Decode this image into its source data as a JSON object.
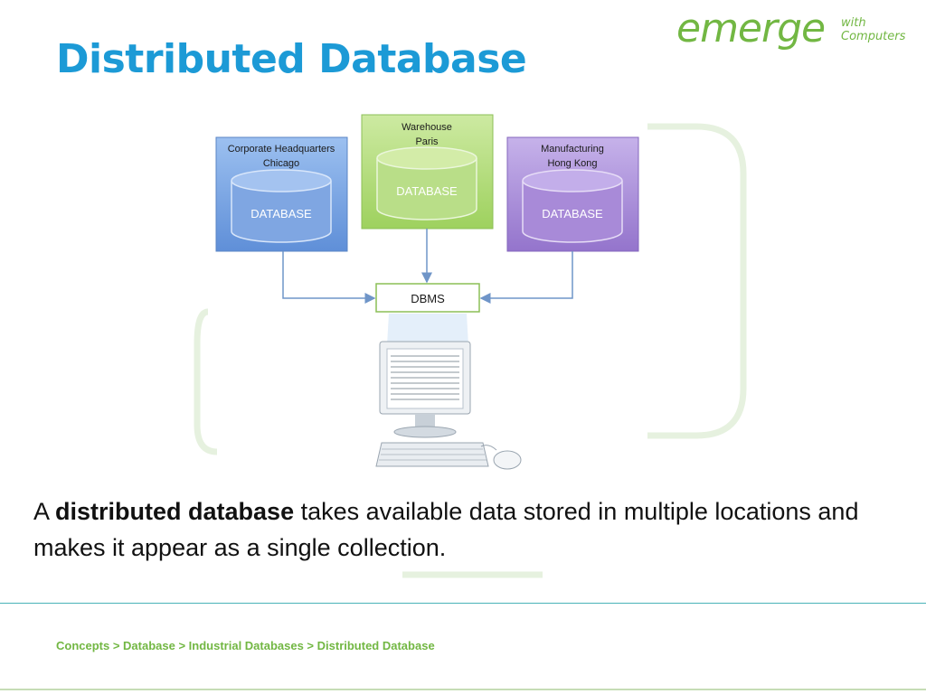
{
  "slide": {
    "title": "Distributed Database",
    "logo": {
      "main": "emerge",
      "sub_line1": "with",
      "sub_line2": "Computers"
    },
    "body": {
      "prefix": "A ",
      "bold": "distributed database",
      "suffix": " takes available data stored in multiple locations and makes it appear as a single collection."
    },
    "breadcrumb": "Concepts > Database > Industrial Databases > Distributed Database"
  },
  "diagram": {
    "sites": [
      {
        "line1": "Corporate Headquarters",
        "line2": "Chicago",
        "db_label": "DATABASE",
        "color": "#6f9fe0"
      },
      {
        "line1": "Warehouse",
        "line2": "Paris",
        "db_label": "DATABASE",
        "color": "#a9d86e"
      },
      {
        "line1": "Manufacturing",
        "line2": "Hong Kong",
        "db_label": "DATABASE",
        "color": "#9f7fd0"
      }
    ],
    "dbms_label": "DBMS"
  },
  "colors": {
    "title": "#1c9ad6",
    "logo": "#72b743",
    "breadcrumb": "#72b743",
    "divider": "#49b3b8",
    "arrow": "#6f95c8"
  }
}
